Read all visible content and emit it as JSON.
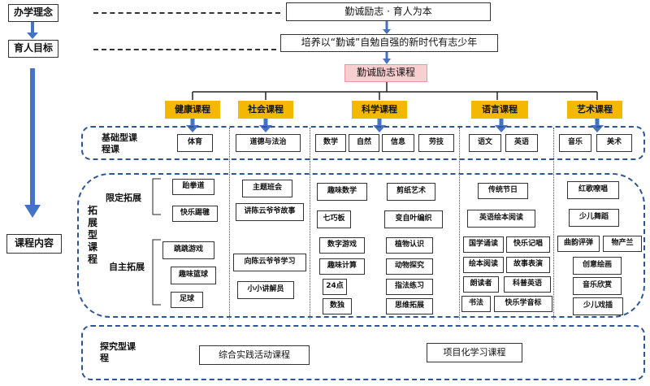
{
  "left_column": {
    "philosophy": "办学理念",
    "goal": "育人目标",
    "content": "课程内容"
  },
  "top": {
    "philosophy_text": "勤诚励志 · 育人为本",
    "goal_text": "培养以“勤诚”自勉自强的新时代有志少年",
    "course_root": "勤诚励志课程"
  },
  "domains": [
    "健康课程",
    "社会课程",
    "科学课程",
    "语言课程",
    "艺术课程"
  ],
  "basic": {
    "label": "基础型课程课",
    "health": [
      "体育"
    ],
    "society": [
      "道德与法治"
    ],
    "science": [
      "数学",
      "自然",
      "信息",
      "劳技"
    ],
    "language": [
      "语文",
      "英语"
    ],
    "art": [
      "音乐",
      "美术"
    ]
  },
  "expand": {
    "label_main": "拓展型课程",
    "limited_label": "限定拓展",
    "self_label": "自主拓展",
    "health_limited": [
      "跆拳道",
      "快乐踢毽"
    ],
    "health_self": [
      "跳跳游戏",
      "趣味篮球",
      "足球"
    ],
    "society_limited": [
      "主题班会",
      "讲陈云爷爷故事"
    ],
    "society_self": [
      "向陈云爷爷学习",
      "小小讲解员"
    ],
    "science_limited": [
      "趣味数学",
      "剪纸艺术",
      "七巧板",
      "变自叶编织"
    ],
    "science_self": [
      "数字游戏",
      "植物认识",
      "趣味计算",
      "动物探究",
      "24点",
      "指法练习",
      "数独",
      "思维拓展"
    ],
    "language_limited": [
      "传统节日",
      "英语绘本阅读"
    ],
    "language_self": [
      "国学诵读",
      "快乐记唱",
      "绘本阅读",
      "故事表演",
      "朗读者",
      "科普英语",
      "书法",
      "快乐学音标"
    ],
    "art_limited": [
      "红歌嘹唱",
      "少儿舞蹈"
    ],
    "art_self": [
      "曲韵评弹",
      "物产兰",
      "创意绘画",
      "音乐欣赏",
      "少儿戏插"
    ]
  },
  "explore": {
    "label": "探究型课程",
    "items": [
      "综合实践活动课程",
      "项目化学习课程"
    ]
  },
  "colors": {
    "arrow": "#4472c4",
    "dash": "#2f5597",
    "orange": "#f5b800",
    "pink": "#f8cfd1"
  }
}
